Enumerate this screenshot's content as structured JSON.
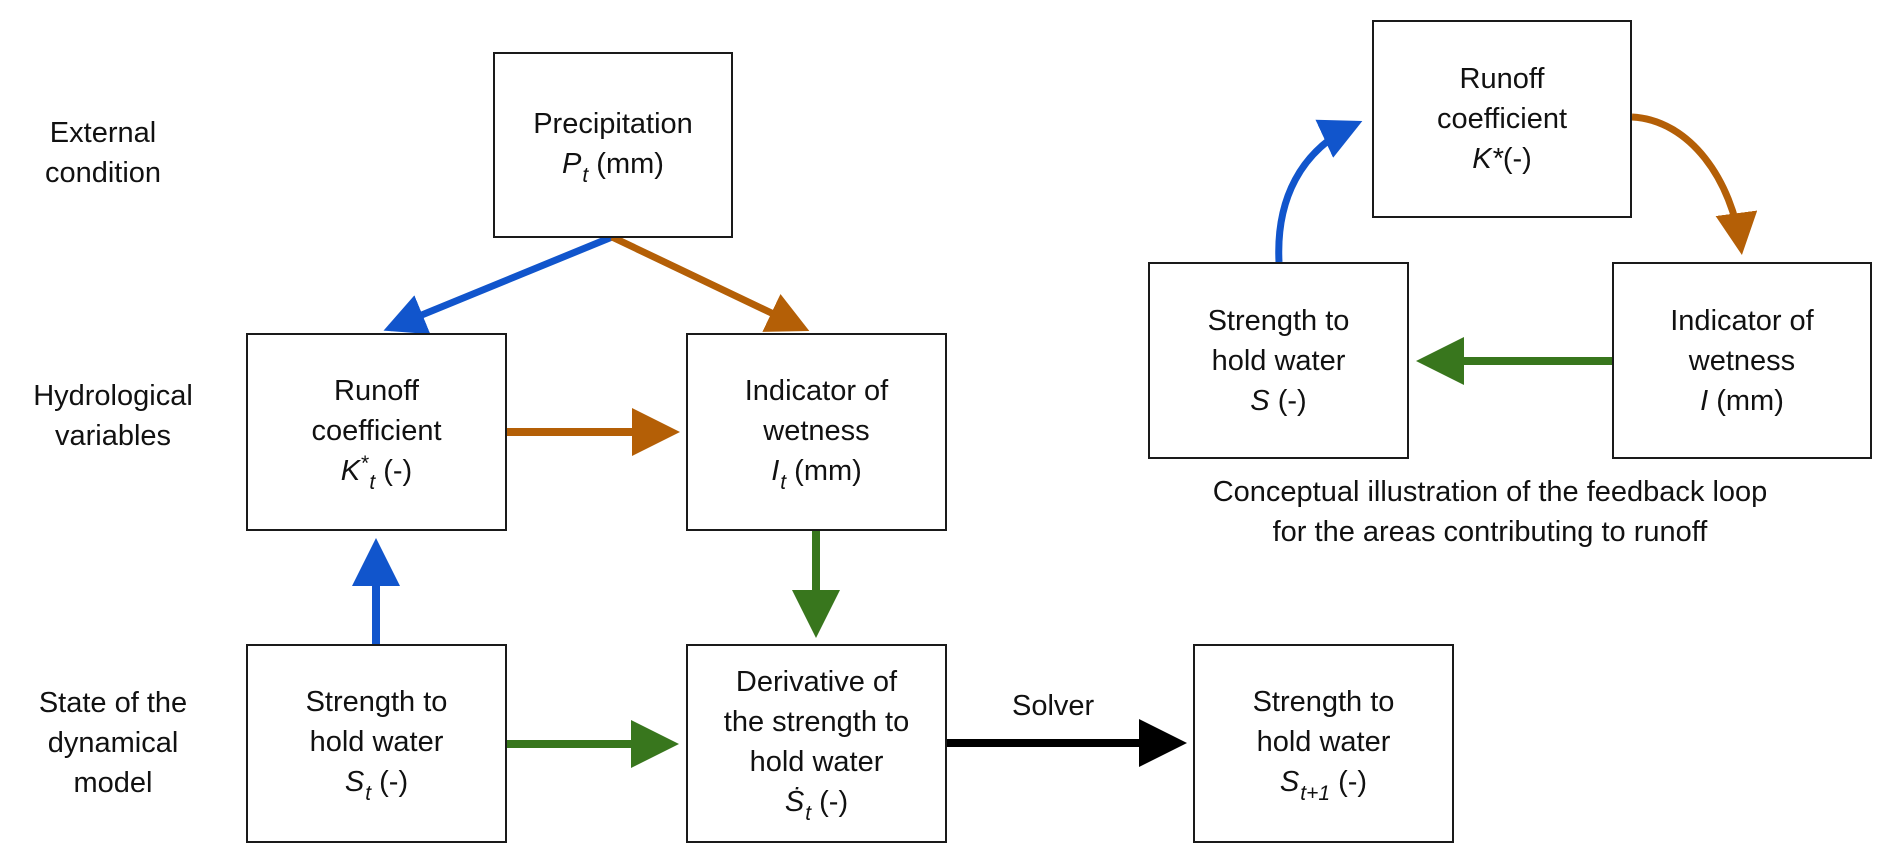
{
  "colors": {
    "blue": "#1155cc",
    "orange": "#b45f06",
    "green": "#38761d",
    "black": "#000000"
  },
  "row_labels": {
    "external": [
      "External",
      "condition"
    ],
    "hydrological": [
      "Hydrological",
      "variables"
    ],
    "state": [
      "State of the",
      "dynamical",
      "model"
    ]
  },
  "nodes": {
    "precipitation": {
      "lines": [
        "Precipitation"
      ],
      "symbol": "P",
      "sub": "t",
      "unit": "(mm)"
    },
    "runoff": {
      "lines": [
        "Runoff",
        "coefficient"
      ],
      "symbol": "K",
      "sup": "*",
      "sub": "t",
      "unit": "(-)"
    },
    "indicator": {
      "lines": [
        "Indicator of",
        "wetness"
      ],
      "symbol": "I",
      "sub": "t",
      "unit": "(mm)"
    },
    "strength": {
      "lines": [
        "Strength to",
        "hold water"
      ],
      "symbol": "S",
      "sub": "t",
      "unit": "(-)"
    },
    "derivative": {
      "lines": [
        "Derivative of",
        "the strength to",
        "hold water"
      ],
      "symbol": "Ṡ",
      "sub": "t",
      "unit": "(-)"
    },
    "strength_next": {
      "lines": [
        "Strength to",
        "hold water"
      ],
      "symbol": "S",
      "sub": "t+1",
      "unit": "(-)"
    }
  },
  "edge_labels": {
    "solver": "Solver"
  },
  "loop": {
    "runoff": {
      "lines": [
        "Runoff",
        "coefficient"
      ],
      "symbol": "K*",
      "unit": "(-)"
    },
    "strength": {
      "lines": [
        "Strength to",
        "hold water"
      ],
      "symbol": "S",
      "unit": "(-)"
    },
    "indicator": {
      "lines": [
        "Indicator of",
        "wetness"
      ],
      "symbol": "I",
      "unit": "(mm)"
    },
    "caption": [
      "Conceptual illustration of the feedback loop",
      "for the areas contributing to runoff"
    ]
  }
}
